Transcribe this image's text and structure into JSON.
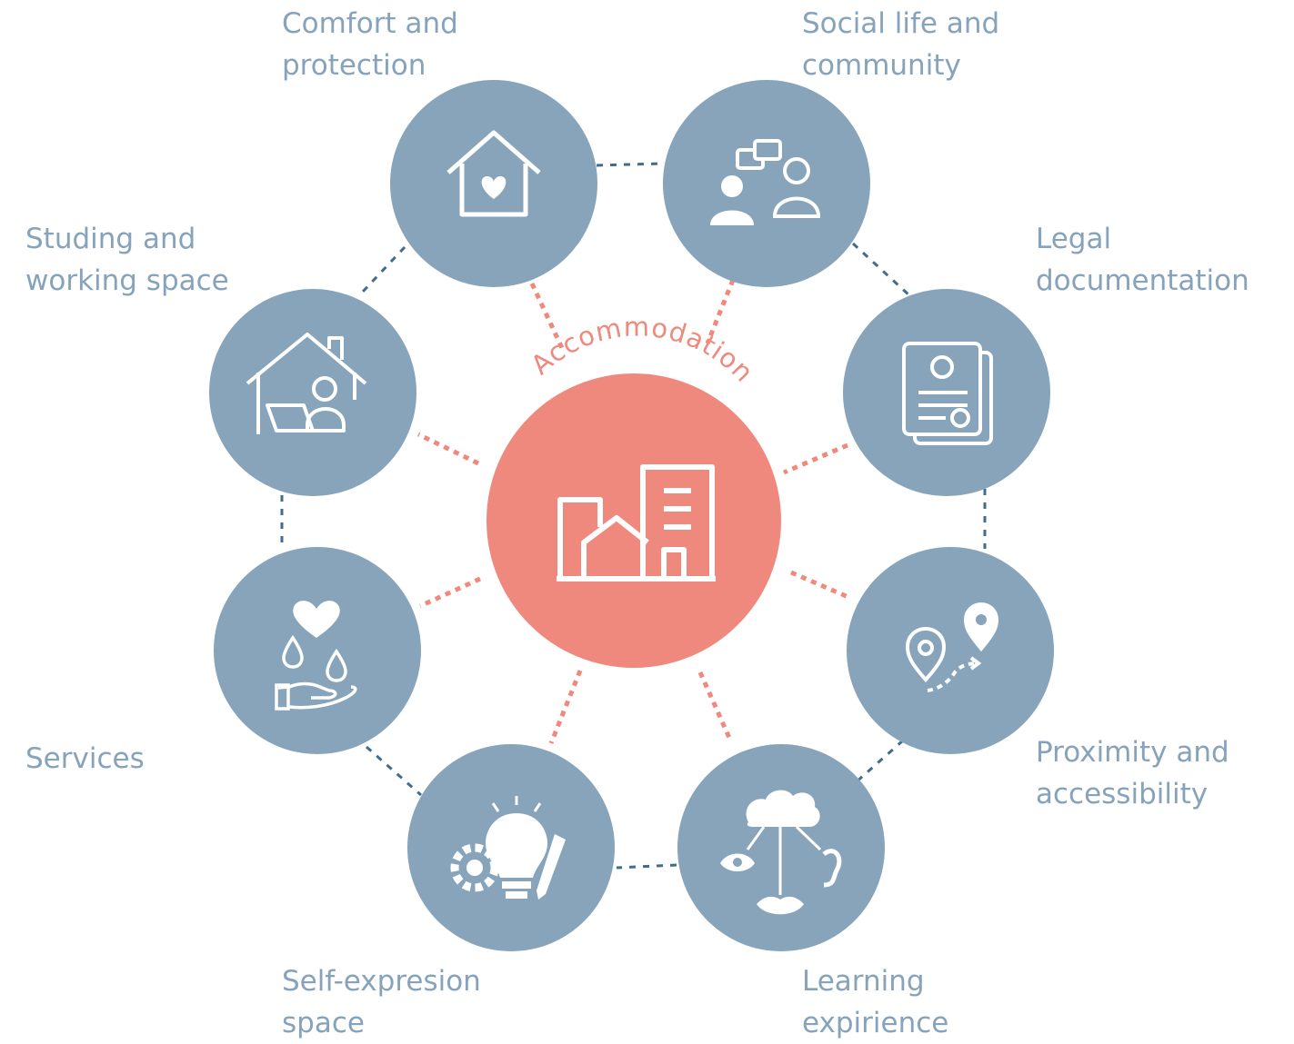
{
  "center": {
    "label": "Accommodation",
    "icon": "buildings-icon"
  },
  "colors": {
    "node": "#87a4bb",
    "center": "#ef897d",
    "label": "#86a3bb",
    "ring_line": "#3f6d8c",
    "spoke_line": "#ef897d",
    "icon": "#ffffff"
  },
  "nodes": [
    {
      "id": "comfort",
      "icon": "house-heart-icon",
      "line1": "Comfort and",
      "line2": "protection"
    },
    {
      "id": "social",
      "icon": "conversation-icon",
      "line1": "Social life and",
      "line2": "community"
    },
    {
      "id": "legal",
      "icon": "certificate-document-icon",
      "line1": "Legal",
      "line2": "documentation"
    },
    {
      "id": "proximity",
      "icon": "map-pins-route-icon",
      "line1": "Proximity and",
      "line2": "accessibility"
    },
    {
      "id": "learning",
      "icon": "brain-senses-icon",
      "line1": "Learning",
      "line2": "expirience"
    },
    {
      "id": "selfexpression",
      "icon": "lightbulb-gear-pencil-icon",
      "line1": "Self-expresion",
      "line2": "space"
    },
    {
      "id": "services",
      "icon": "hand-heart-drops-icon",
      "line1": "Services",
      "line2": ""
    },
    {
      "id": "studying",
      "icon": "home-office-icon",
      "line1": "Studing and",
      "line2": "working space"
    }
  ]
}
